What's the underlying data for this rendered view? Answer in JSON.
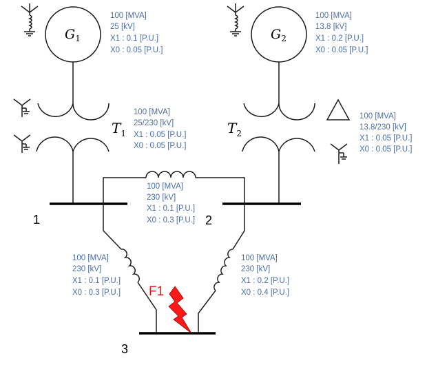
{
  "generators": [
    {
      "name": "G",
      "sub": "1",
      "rating": "100  [MVA]",
      "voltage": "25  [kV]",
      "x1": "X1 : 0.1 [P.U.]",
      "x0": "X0 : 0.05 [P.U.]",
      "ground": "grounded-wye-through-reactor"
    },
    {
      "name": "G",
      "sub": "2",
      "rating": "100  [MVA]",
      "voltage": "13.8  [kV]",
      "x1": "X1 : 0.2 [P.U.]",
      "x0": "X0 : 0.05 [P.U.]",
      "ground": "grounded-wye-through-reactor"
    }
  ],
  "transformers": [
    {
      "name": "T",
      "sub": "1",
      "rating": "100  [MVA]",
      "voltage": "25/230  [kV]",
      "x1": "X1 : 0.05 [P.U.]",
      "x0": "X0 : 0.05 [P.U.]",
      "primary": "grounded-wye",
      "secondary": "grounded-wye"
    },
    {
      "name": "T",
      "sub": "2",
      "rating": "100  [MVA]",
      "voltage": "13.8/230  [kV]",
      "x1": "X1 : 0.05 [P.U.]",
      "x0": "X0 : 0.05 [P.U.]",
      "primary": "delta",
      "secondary": "grounded-wye"
    }
  ],
  "lines": [
    {
      "from": "1",
      "to": "2",
      "rating": "100  [MVA]",
      "voltage": "230  [kV]",
      "x1": "X1 : 0.1 [P.U.]",
      "x0": "X0 : 0.3 [P.U.]"
    },
    {
      "from": "1",
      "to": "3",
      "rating": "100  [MVA]",
      "voltage": "230  [kV]",
      "x1": "X1 : 0.1 [P.U.]",
      "x0": "X0 : 0.3 [P.U.]"
    },
    {
      "from": "2",
      "to": "3",
      "rating": "100  [MVA]",
      "voltage": "230  [kV]",
      "x1": "X1 : 0.2 [P.U.]",
      "x0": "X0 : 0.4 [P.U.]"
    }
  ],
  "buses": [
    "1",
    "2",
    "3"
  ],
  "fault": {
    "label": "F1",
    "location_bus": "3",
    "color": "#e41b1b"
  },
  "colors": {
    "info_text": "#4a6ea9",
    "lines": "#1a1a1a"
  }
}
